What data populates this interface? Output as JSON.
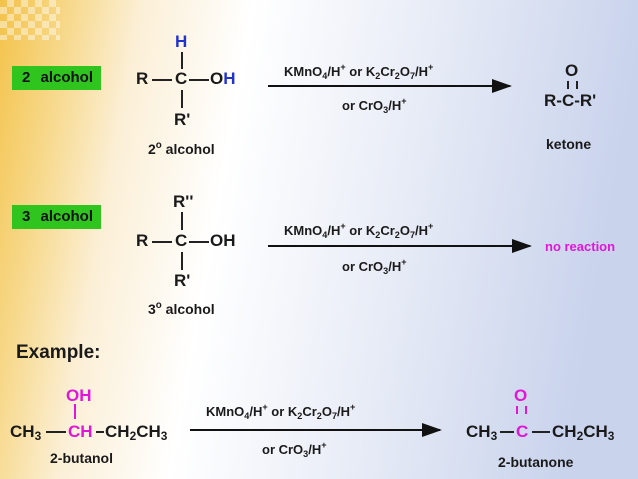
{
  "row1": {
    "label": "2 alcohol",
    "r_left": "R",
    "c": "C",
    "h_top": "H",
    "oh": "OH",
    "r_bottom": "R'",
    "caption_num": "2",
    "caption_sup": "o",
    "caption_text": " alcohol",
    "reagent_line1": "KMnO4/H+ or K2Cr2O7/H+",
    "reagent_line2": "or CrO3/H+",
    "product_o": "O",
    "product": "R-C-R'",
    "product_caption": "ketone"
  },
  "row2": {
    "label": "3 alcohol",
    "r_top": "R''",
    "r_left": "R",
    "c": "C",
    "oh": "OH",
    "r_bottom": "R'",
    "caption_num": "3",
    "caption_sup": "o",
    "caption_text": " alcohol",
    "reagent_line1": "KMnO4/H+ or K2Cr2O7/H+",
    "reagent_line2": "or CrO3/H+",
    "result": "no reaction"
  },
  "example": {
    "heading": "Example:",
    "oh": "OH",
    "left_ch3": "CH3",
    "ch": "CH",
    "ch2ch3": "CH2CH3",
    "reactant_name": "2-butanol",
    "reagent_line1": "KMnO4/H+ or K2Cr2O7/H+",
    "reagent_line2": "or CrO3/H+",
    "product_o": "O",
    "product_ch3": "CH3",
    "product_c": "C",
    "product_ch2ch3": "CH2CH3",
    "product_name": "2-butanone"
  },
  "colors": {
    "label_green": "#2fc51e",
    "highlight_blue": "#2233cc",
    "highlight_magenta": "#e016d8"
  }
}
